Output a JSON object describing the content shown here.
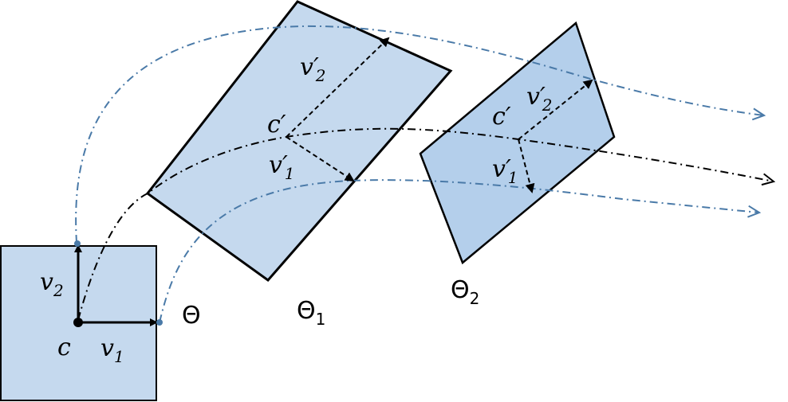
{
  "colors": {
    "fill": "#c5d9ee",
    "fill_dark": "#b4cfeb",
    "flow_blue": "#4a7aa8",
    "flow_black": "#000000"
  },
  "labels": {
    "v2": "v",
    "v2_sub": "2",
    "v1": "v",
    "v1_sub": "1",
    "c": "c",
    "theta": "Θ",
    "theta1": "Θ",
    "theta1_sub": "1",
    "theta2": "Θ",
    "theta2_sub": "2",
    "c_prime": "c′",
    "v1_prime": "v′",
    "v1_prime_sub": "1",
    "v2_prime": "v′",
    "v2_prime_sub": "2"
  }
}
